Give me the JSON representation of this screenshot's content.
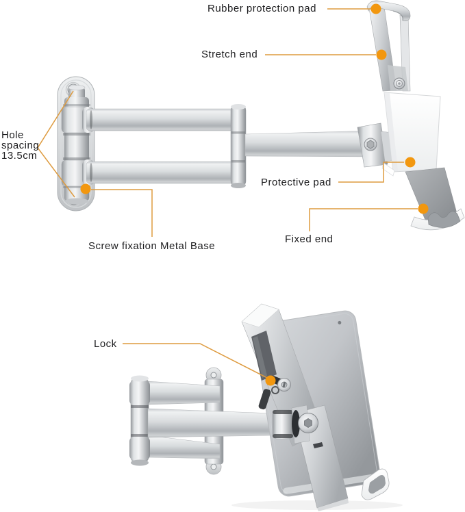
{
  "colors": {
    "leader_line": "#DE9B3F",
    "marker_dot": "#F2970F",
    "text": "#1d1d1f",
    "background": "#ffffff"
  },
  "diagram_top": {
    "description": "Tablet wall mount articulating arm, side view, exploded holder",
    "labels": {
      "rubber_protection_pad": "Rubber protection pad",
      "stretch_end": "Stretch end",
      "hole_spacing_line1": "Hole",
      "hole_spacing_line2": "spacing",
      "hole_spacing_line3": "13.5cm",
      "protective_pad": "Protective pad",
      "screw_fixation": "Screw fixation Metal Base",
      "fixed_end": "Fixed end"
    }
  },
  "diagram_bottom": {
    "description": "Wall mount holding tablet, rear three-quarter view",
    "labels": {
      "lock": "Lock"
    }
  }
}
